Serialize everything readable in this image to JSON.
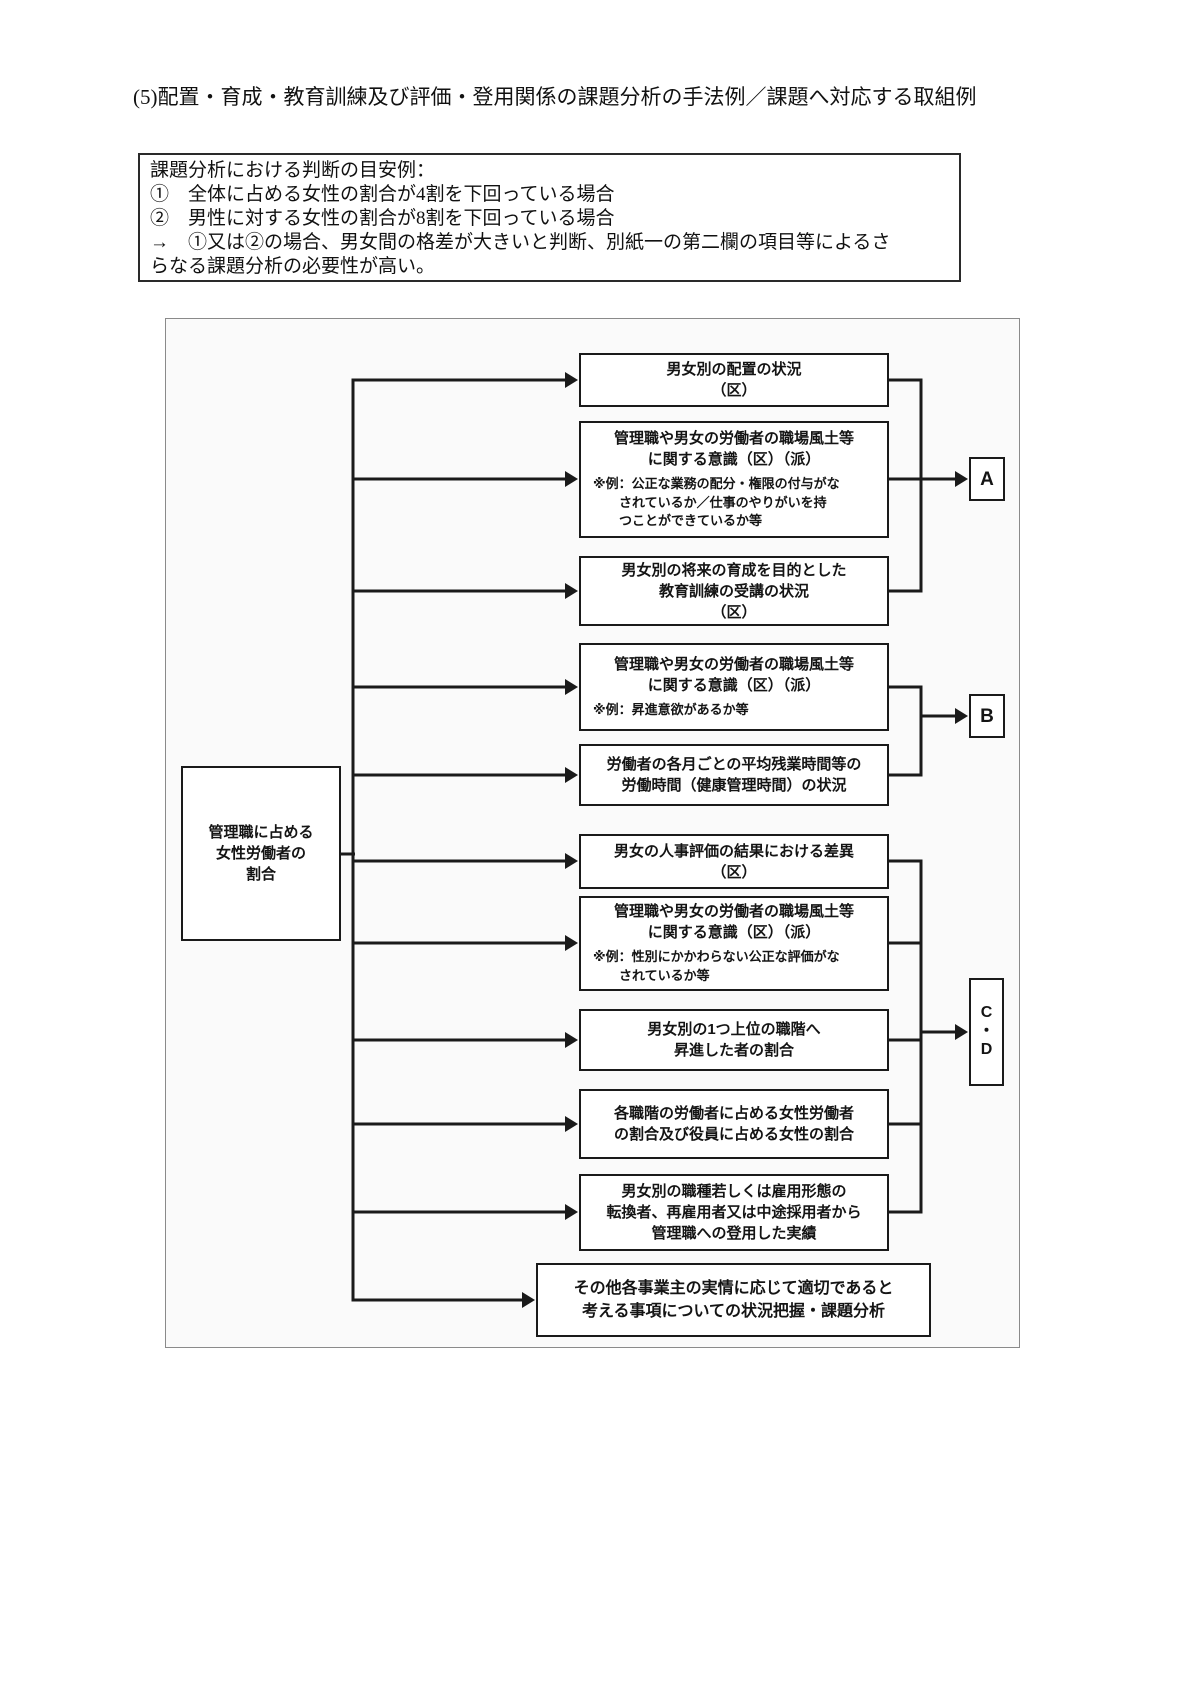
{
  "page": {
    "title": "(5)配置・育成・教育訓練及び評価・登用関係の課題分析の手法例／課題へ対応する取組例"
  },
  "criteria_box": {
    "lines": [
      "課題分析における判断の目安例：",
      "①　全体に占める女性の割合が4割を下回っている場合",
      "②　男性に対する女性の割合が8割を下回っている場合",
      "→　①又は②の場合、男女間の格差が大きいと判断、別紙一の第二欄の項目等によるさ",
      "らなる課題分析の必要性が高い。"
    ]
  },
  "flowchart": {
    "source_box": "管理職に占める\n女性労働者の\n割合",
    "boxes": [
      {
        "title": "男女別の配置の状況\n（区）"
      },
      {
        "title": "管理職や男女の労働者の職場風土等\nに関する意識（区）（派）",
        "note": "※例：公正な業務の配分・権限の付与がな\n　　されているか／仕事のやりがいを持\n　　つことができているか等"
      },
      {
        "title": "男女別の将来の育成を目的とした\n教育訓練の受講の状況\n（区）"
      },
      {
        "title": "管理職や男女の労働者の職場風土等\nに関する意識（区）（派）",
        "note": "※例：昇進意欲があるか等"
      },
      {
        "title": "労働者の各月ごとの平均残業時間等の\n労働時間（健康管理時間）の状況"
      },
      {
        "title": "男女の人事評価の結果における差異\n（区）"
      },
      {
        "title": "管理職や男女の労働者の職場風土等\nに関する意識（区）（派）",
        "note": "※例：性別にかかわらない公正な評価がな\n　　されているか等"
      },
      {
        "title": "男女別の1つ上位の職階へ\n昇進した者の割合"
      },
      {
        "title": "各職階の労働者に占める女性労働者\nの割合及び役員に占める女性の割合"
      },
      {
        "title": "男女別の職種若しくは雇用形態の\n転換者、再雇用者又は中途採用者から\n管理職への登用した実績"
      },
      {
        "title": "その他各事業主の実情に応じて適切であると\n考える事項についての状況把握・課題分析"
      }
    ],
    "group_labels": {
      "a": "A",
      "b": "B",
      "cd": "C\n・\nD"
    }
  }
}
